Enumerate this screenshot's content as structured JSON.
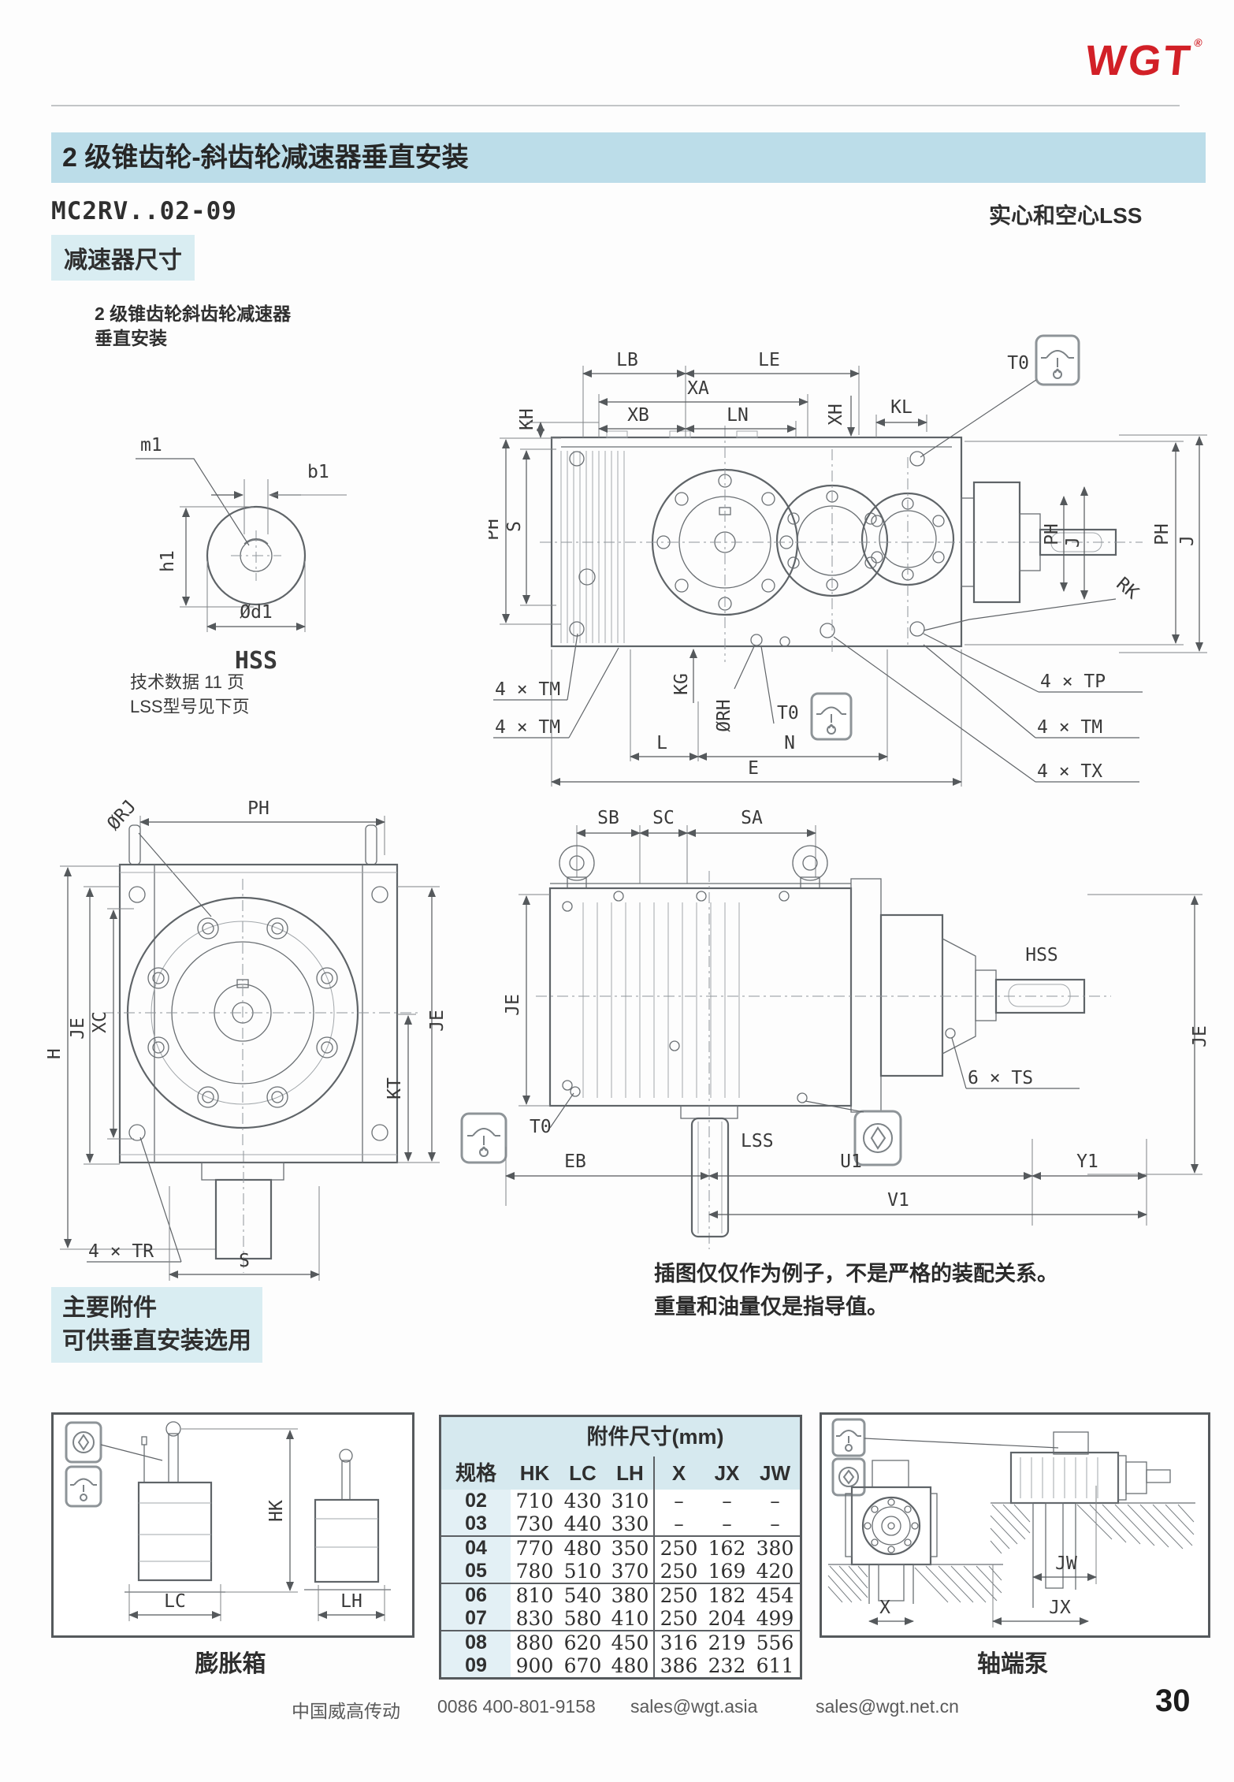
{
  "logo": {
    "text": "WGT",
    "reg": "®"
  },
  "header": {
    "title": "2 级锥齿轮-斜齿轮减速器垂直安装",
    "model": "MC2RV..02-09",
    "shaft_note": "实心和空心LSS",
    "section_label": "减速器尺寸"
  },
  "intro": {
    "line1": "2 级锥齿轮斜齿轮减速器",
    "line2": "垂直安装",
    "ref1": "技术数据 11 页",
    "ref2": "LSS型号见下页"
  },
  "dims": {
    "m1": "m1",
    "b1": "b1",
    "h1": "h1",
    "d1": "Ød1",
    "HSS": "HSS",
    "LSS": "LSS",
    "LB": "LB",
    "LE": "LE",
    "XA": "XA",
    "XB": "XB",
    "LN": "LN",
    "KH": "KH",
    "XH": "XH",
    "KL": "KL",
    "T0": "T0",
    "PH": "PH",
    "S": "S",
    "J": "J",
    "RK": "RK",
    "KG": "KG",
    "RH": "ØRH",
    "L": "L",
    "N": "N",
    "E": "E",
    "TM": "4 × TM",
    "TP": "4 × TP",
    "TX": "4 × TX",
    "TR": "4 × TR",
    "TS": "6 × TS",
    "RJ": "ØRJ",
    "H": "H",
    "JE": "JE",
    "XC": "XC",
    "KT": "KT",
    "SB": "SB",
    "SC": "SC",
    "SA": "SA",
    "EB": "EB",
    "U1": "U1",
    "Y1": "Y1",
    "V1": "V1",
    "HK": "HK",
    "LC": "LC",
    "LH": "LH",
    "JW": "JW",
    "X": "X",
    "JX": "JX"
  },
  "note": {
    "line1": "插图仅仅作为例子，不是严格的装配关系。",
    "line2": "重量和油量仅是指导值。"
  },
  "accessories": {
    "heading_line1": "主要附件",
    "heading_line2": "可供垂直安装选用",
    "expansion_tank_caption": "膨胀箱",
    "shaft_pump_caption": "轴端泵",
    "table": {
      "title": "附件尺寸(mm)",
      "columns": [
        "规格",
        "HK",
        "LC",
        "LH",
        "X",
        "JX",
        "JW"
      ],
      "rows": [
        [
          "02",
          "710",
          "430",
          "310",
          "–",
          "–",
          "–"
        ],
        [
          "03",
          "730",
          "440",
          "330",
          "–",
          "–",
          "–"
        ],
        [
          "04",
          "770",
          "480",
          "350",
          "250",
          "162",
          "380"
        ],
        [
          "05",
          "780",
          "510",
          "370",
          "250",
          "169",
          "420"
        ],
        [
          "06",
          "810",
          "540",
          "380",
          "250",
          "182",
          "454"
        ],
        [
          "07",
          "830",
          "580",
          "410",
          "250",
          "204",
          "499"
        ],
        [
          "08",
          "880",
          "620",
          "450",
          "316",
          "219",
          "556"
        ],
        [
          "09",
          "900",
          "670",
          "480",
          "386",
          "232",
          "611"
        ]
      ]
    }
  },
  "footer": {
    "company": "中国威高传动",
    "phone": "0086 400-801-9158",
    "email1": "sales@wgt.asia",
    "email2": "sales@wgt.net.cn",
    "page": "30"
  }
}
